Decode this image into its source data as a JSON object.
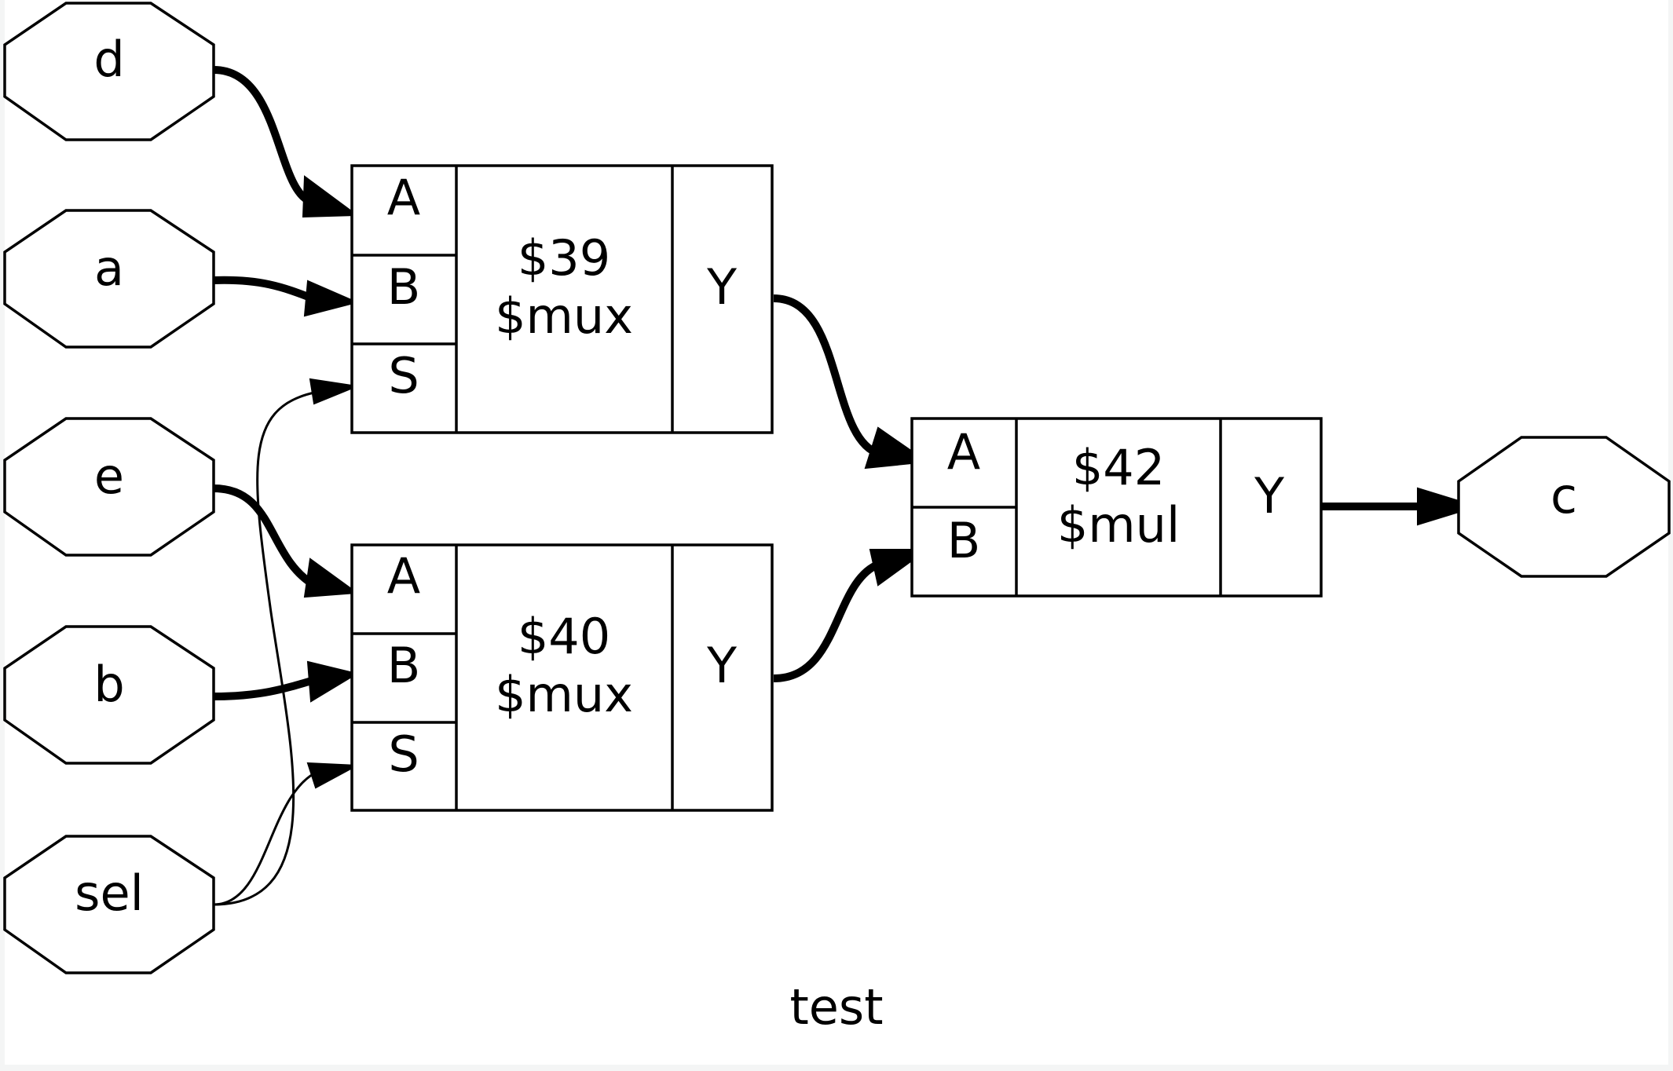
{
  "diagram": {
    "title": "test",
    "inputs": [
      {
        "id": "d",
        "label": "d"
      },
      {
        "id": "a",
        "label": "a"
      },
      {
        "id": "e",
        "label": "e"
      },
      {
        "id": "b",
        "label": "b"
      },
      {
        "id": "sel",
        "label": "sel"
      }
    ],
    "outputs": [
      {
        "id": "c",
        "label": "c"
      }
    ],
    "cells": [
      {
        "id": "mux39",
        "name": "$39",
        "type": "$mux",
        "inputs": [
          "A",
          "B",
          "S"
        ],
        "output": "Y"
      },
      {
        "id": "mux40",
        "name": "$40",
        "type": "$mux",
        "inputs": [
          "A",
          "B",
          "S"
        ],
        "output": "Y"
      },
      {
        "id": "mul42",
        "name": "$42",
        "type": "$mul",
        "inputs": [
          "A",
          "B"
        ],
        "output": "Y"
      }
    ],
    "connections": [
      {
        "from": "d",
        "to": "mux39.A",
        "bus": true
      },
      {
        "from": "a",
        "to": "mux39.B",
        "bus": true
      },
      {
        "from": "sel",
        "to": "mux39.S",
        "bus": false
      },
      {
        "from": "e",
        "to": "mux40.A",
        "bus": true
      },
      {
        "from": "b",
        "to": "mux40.B",
        "bus": true
      },
      {
        "from": "sel",
        "to": "mux40.S",
        "bus": false
      },
      {
        "from": "mux39.Y",
        "to": "mul42.A",
        "bus": true
      },
      {
        "from": "mux40.Y",
        "to": "mul42.B",
        "bus": true
      },
      {
        "from": "mul42.Y",
        "to": "c",
        "bus": true
      }
    ]
  }
}
